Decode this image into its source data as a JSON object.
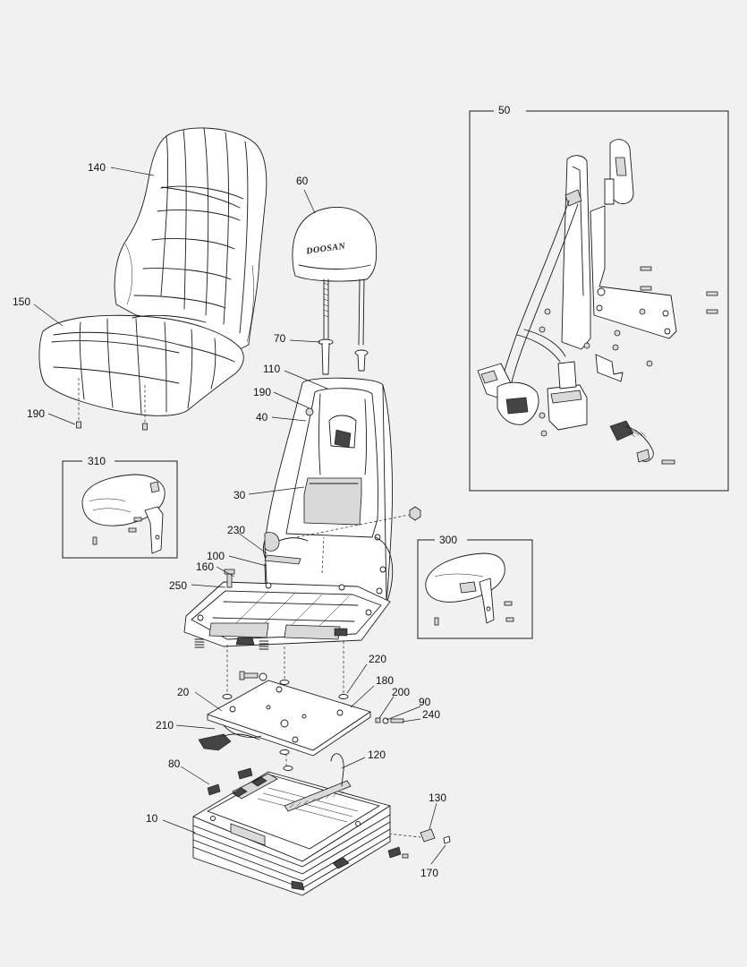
{
  "parts": [
    {
      "id": "p10",
      "label": "10"
    },
    {
      "id": "p20",
      "label": "20"
    },
    {
      "id": "p30",
      "label": "30"
    },
    {
      "id": "p40",
      "label": "40"
    },
    {
      "id": "p50",
      "label": "50"
    },
    {
      "id": "p60",
      "label": "60"
    },
    {
      "id": "p70",
      "label": "70"
    },
    {
      "id": "p80",
      "label": "80"
    },
    {
      "id": "p90",
      "label": "90"
    },
    {
      "id": "p100",
      "label": "100"
    },
    {
      "id": "p110",
      "label": "110"
    },
    {
      "id": "p120",
      "label": "120"
    },
    {
      "id": "p130",
      "label": "130"
    },
    {
      "id": "p140",
      "label": "140"
    },
    {
      "id": "p150",
      "label": "150"
    },
    {
      "id": "p160",
      "label": "160"
    },
    {
      "id": "p170",
      "label": "170"
    },
    {
      "id": "p180",
      "label": "180"
    },
    {
      "id": "p190a",
      "label": "190"
    },
    {
      "id": "p190b",
      "label": "190"
    },
    {
      "id": "p200",
      "label": "200"
    },
    {
      "id": "p210",
      "label": "210"
    },
    {
      "id": "p220",
      "label": "220"
    },
    {
      "id": "p230",
      "label": "230"
    },
    {
      "id": "p240",
      "label": "240"
    },
    {
      "id": "p250",
      "label": "250"
    },
    {
      "id": "p300",
      "label": "300"
    },
    {
      "id": "p310",
      "label": "310"
    }
  ],
  "headrest": {
    "brand": "DOOSAN"
  },
  "colors": {
    "background": "#f1f1f1",
    "line": "#1a1a1a"
  }
}
